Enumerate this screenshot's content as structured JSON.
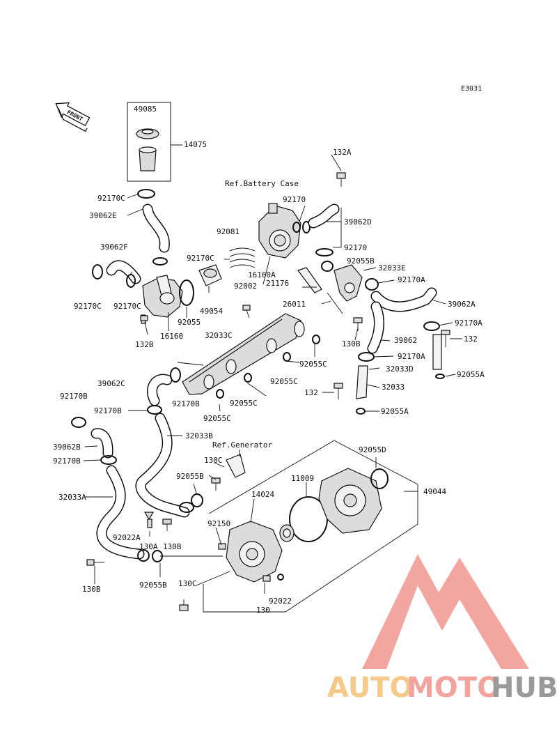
{
  "diagram": {
    "code": "E3031",
    "front_label": "FRONT",
    "refs": {
      "battery_case": "Ref.Battery Case",
      "generator": "Ref.Generator"
    },
    "parts": {
      "p49085": "49085",
      "p14075": "14075",
      "p92170C_top": "92170C",
      "p39062E": "39062E",
      "p39062F": "39062F",
      "p92170C_left": "92170C",
      "p92170C_mid": "92170C",
      "p132B_top": "132B",
      "p16160": "16160",
      "p92055": "92055",
      "p92170C_right": "92170C",
      "p92081": "92081",
      "p49054": "49054",
      "p92002": "92002",
      "p132A": "132A",
      "p92170_top": "92170",
      "p39062D": "39062D",
      "p92170_mid": "92170",
      "p16160A": "16160A",
      "p92055B_top": "92055B",
      "p32033E": "32033E",
      "p21176": "21176",
      "p92170A_top": "92170A",
      "p26011": "26011",
      "p39062A": "39062A",
      "p92170A_mid": "92170A",
      "p32033C": "32033C",
      "p130B_mid": "130B",
      "p39062": "39062",
      "p132_right": "132",
      "p92055C_1": "92055C",
      "p92170A_low": "92170A",
      "p32033D": "32033D",
      "p92055A_right": "92055A",
      "p39062C": "39062C",
      "p92055C_2": "92055C",
      "p32033": "32033",
      "p92170B_mid": "92170B",
      "p92055C_3": "92055C",
      "p132_low": "132",
      "p92170B_top": "92170B",
      "p92170B_left": "92170B",
      "p92055C_4": "92055C",
      "p92055A_low": "92055A",
      "p39062B": "39062B",
      "p32033B": "32033B",
      "p92055D": "92055D",
      "p92170B_low": "92170B",
      "p130C_top": "130C",
      "p11009": "11009",
      "p92055B_mid": "92055B",
      "p49044": "49044",
      "p32033A": "32033A",
      "p14024": "14024",
      "p92150": "92150",
      "p92022A": "92022A",
      "p130A": "130A",
      "p130B_low": "130B",
      "p92055B_low": "92055B",
      "p130C_low": "130C",
      "p130B_left": "130B",
      "p92022": "92022",
      "p130": "130"
    }
  },
  "watermark": {
    "text_auto": "AUTO",
    "text_moto": "MOTO",
    "text_hub": "HUB",
    "color_auto": "#f5c98a",
    "color_moto": "#f2a39d",
    "color_hub": "#9a9a9a",
    "logo_color": "#f08a82"
  }
}
